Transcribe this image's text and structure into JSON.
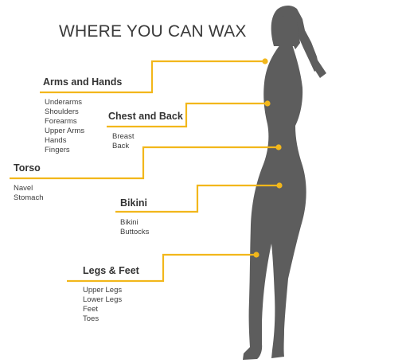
{
  "title": "WHERE YOU CAN WAX",
  "colors": {
    "accent": "#F2B71B",
    "silhouette": "#5d5d5d",
    "text": "#333333"
  },
  "sections": [
    {
      "heading": "Arms and Hands",
      "items": [
        "Underarms",
        "Shoulders",
        "Forearms",
        "Upper Arms",
        "Hands",
        "Fingers"
      ]
    },
    {
      "heading": "Chest and Back",
      "items": [
        "Breast",
        "Back"
      ]
    },
    {
      "heading": "Torso",
      "items": [
        "Navel",
        "Stomach"
      ]
    },
    {
      "heading": "Bikini",
      "items": [
        "Bikini",
        "Buttocks"
      ]
    },
    {
      "heading": "Legs & Feet",
      "items": [
        "Upper Legs",
        "Lower Legs",
        "Feet",
        "Toes"
      ]
    }
  ]
}
